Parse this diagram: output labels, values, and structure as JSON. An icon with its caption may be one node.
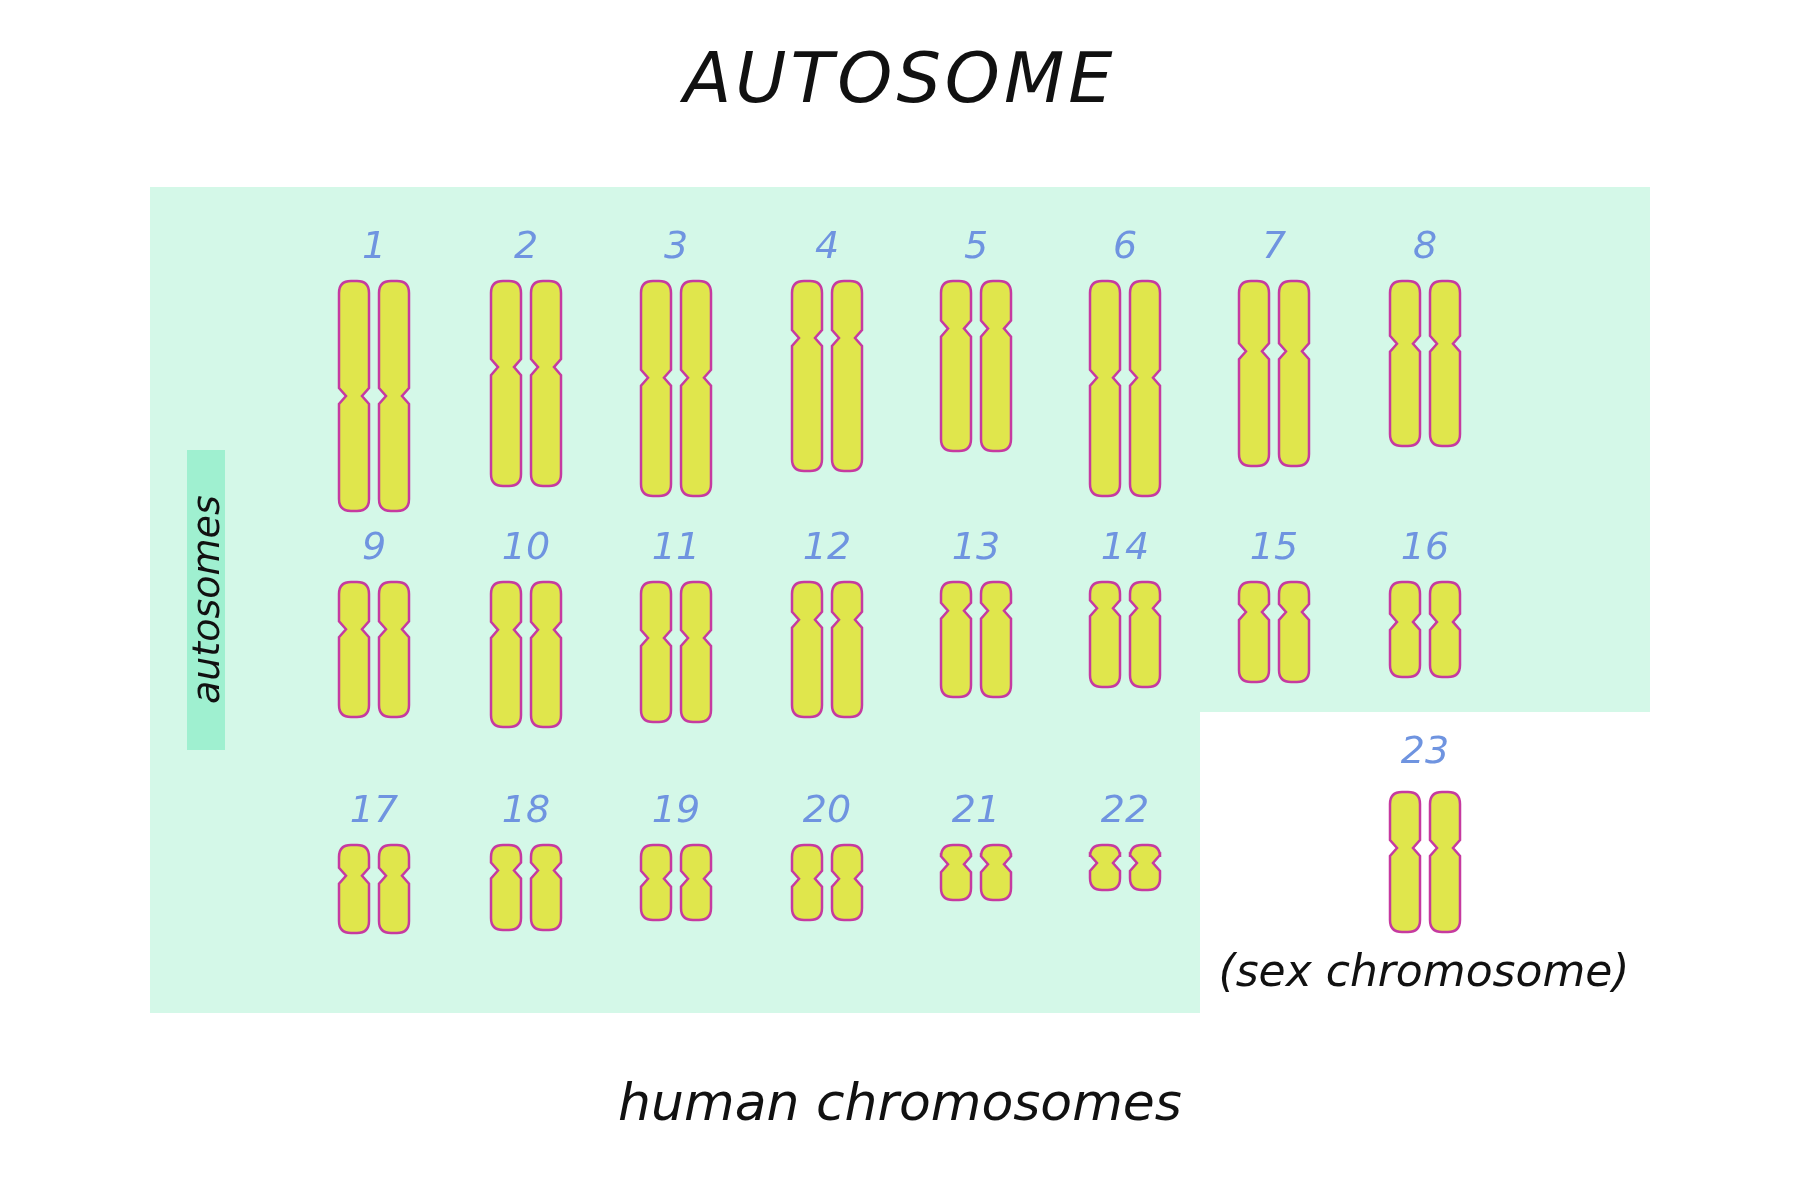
{
  "diagram": {
    "title": "AUTOSOME",
    "caption": "human chromosomes",
    "nodes": [
      {
        "text": [
          "autosomes"
        ]
      }
    ],
    "labels": [
      "1",
      "2",
      "3",
      "4",
      "5",
      "6",
      "7",
      "8",
      "9",
      "10",
      "11",
      "12",
      "13",
      "14",
      "15",
      "16",
      "17",
      "18",
      "19",
      "20",
      "21",
      "22",
      "23",
      "(sex chromosome)"
    ]
  }
}
